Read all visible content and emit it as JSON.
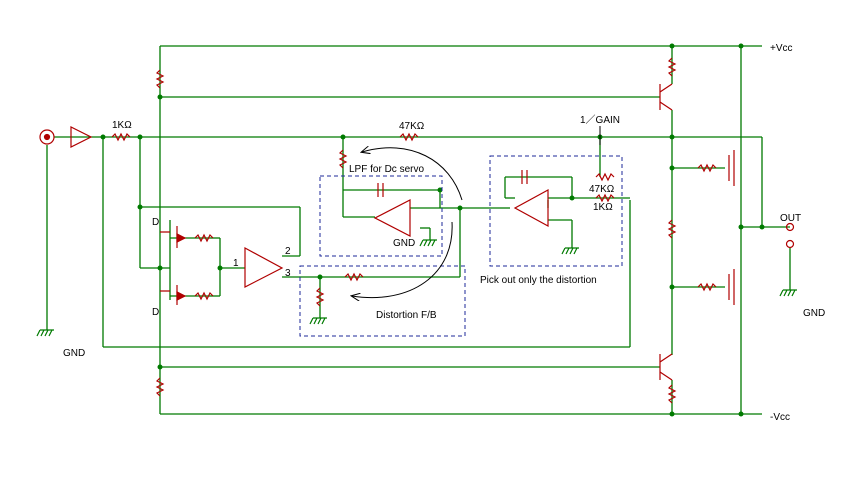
{
  "labels": {
    "vcc_pos": "+Vcc",
    "vcc_neg": "-Vcc",
    "out": "OUT",
    "gnd_left": "GND",
    "gnd_right": "GND",
    "gnd_servo": "GND",
    "r_input": "1KΩ",
    "r_feedback": "47KΩ",
    "gain": "1／GAIN",
    "r_dist_47k": "47KΩ",
    "r_dist_1k": "1KΩ",
    "lpf": "LPF for Dc servo",
    "dist_fb": "Distortion F/B",
    "pick": "Pick out only the distortion",
    "pin1": "1",
    "pin2": "2",
    "pin3": "3",
    "d_upper": "D",
    "d_lower": "D"
  },
  "colors": {
    "wire": "#007a00",
    "component": "#b00000",
    "box": "#1e2a9a",
    "arrow": "#000000"
  }
}
